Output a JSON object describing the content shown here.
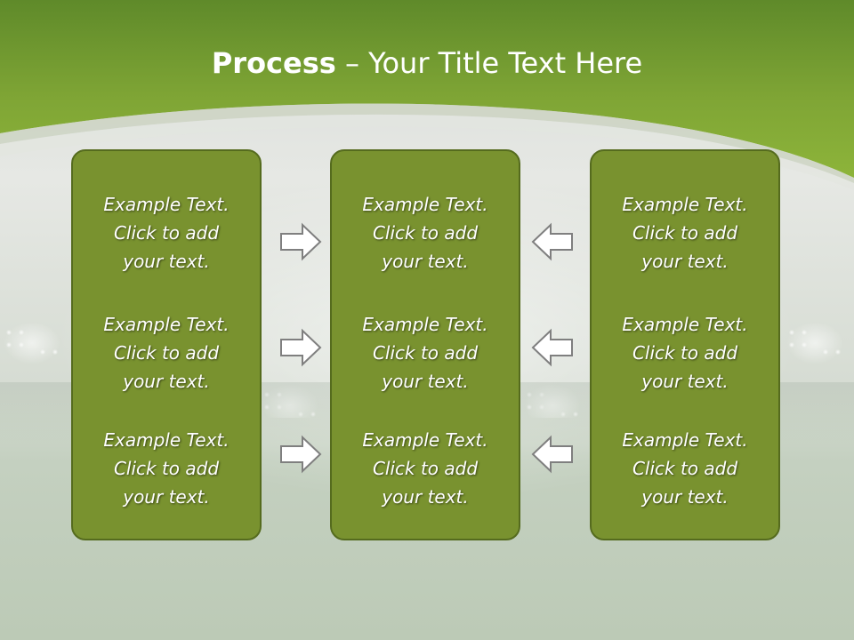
{
  "slide": {
    "title_strong": "Process",
    "title_rest": " – Your Title Text Here"
  },
  "columns": [
    {
      "items": [
        {
          "text": "Example Text.\nClick  to add\nyour text."
        },
        {
          "text": "Example Text.\nClick  to add\nyour text."
        },
        {
          "text": "Example Text.\nClick  to add\nyour text."
        }
      ]
    },
    {
      "items": [
        {
          "text": "Example Text.\nClick  to add\nyour text."
        },
        {
          "text": "Example Text.\nClick  to add\nyour text."
        },
        {
          "text": "Example Text.\nClick  to add\nyour text."
        }
      ]
    },
    {
      "items": [
        {
          "text": "Example Text.\nClick  to add\nyour text."
        },
        {
          "text": "Example Text.\nClick  to add\nyour text."
        },
        {
          "text": "Example Text.\nClick  to add\nyour text."
        }
      ]
    }
  ],
  "arrows": {
    "left_group": "right-arrow-icon",
    "right_group": "left-arrow-icon"
  },
  "colors": {
    "header_green": "#7fa535",
    "box_fill": "#79922f",
    "box_border": "#556b1e",
    "arrow_fill": "#ffffff",
    "arrow_stroke": "#7f7f7f"
  }
}
